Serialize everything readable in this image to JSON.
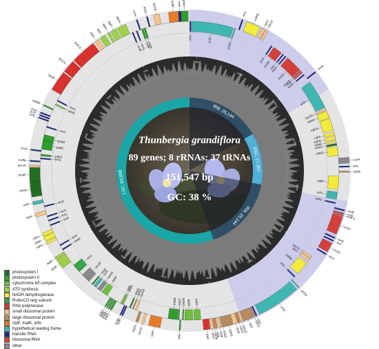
{
  "title": "Thunbergia grandiflora",
  "gene_summary": "89 genes; 8 rRNAs; 37 tRNAs",
  "genome_size": "151,547 bp",
  "gc_content": "GC: 38 %",
  "genome_length_bp": 151547,
  "regions": [
    {
      "id": "LSC",
      "label": "LSC: 83,898",
      "length": 83898,
      "color": "#1aa6a6"
    },
    {
      "id": "IRA",
      "label": "IRA: 25,144",
      "length": 25144,
      "color": "#2f4f66"
    },
    {
      "id": "SSC",
      "label": "SSC: 17,361",
      "length": 17361,
      "color": "#4fb0d8"
    },
    {
      "id": "IRB",
      "label": "IRB: 25,144",
      "length": 25144,
      "color": "#2f4f66"
    }
  ],
  "kb_ticks": [
    "10kb",
    "20kb",
    "30kb",
    "40kb",
    "50kb",
    "60kb",
    "70kb",
    "80kb",
    "90kb",
    "100kb",
    "110kb",
    "120kb",
    "130kb",
    "140kb",
    "150kb"
  ],
  "colors": {
    "outer_band": "#e4e4e4",
    "ir_band": "#c9c9ec",
    "gc_ring": "#7b7b7b",
    "inner_dark": "#2b2b2b"
  },
  "legend": [
    {
      "label": "photosystem I",
      "color": "#1f6e1f"
    },
    {
      "label": "photosystem II",
      "color": "#2f9e2f"
    },
    {
      "label": "cytochrome b/f complex",
      "color": "#6fbf3f"
    },
    {
      "label": "ATP synthesis",
      "color": "#9ed04a"
    },
    {
      "label": "NADH dehydrogenase",
      "color": "#f3ea3a"
    },
    {
      "label": "RubisCO larg subunit",
      "color": "#3aa44a"
    },
    {
      "label": "RNA polymerase",
      "color": "#d8322f"
    },
    {
      "label": "small ribosomal protein",
      "color": "#f6c48a"
    },
    {
      "label": "large ribosomal protein",
      "color": "#b98a5a"
    },
    {
      "label": "clpP, matK, infA",
      "color": "#ea7a28"
    },
    {
      "label": "hypothetical reading frame",
      "color": "#3fb7b0"
    },
    {
      "label": "transfer RNA",
      "color": "#1d2b8c"
    },
    {
      "label": "ribosomal RNA",
      "color": "#d6403a"
    },
    {
      "label": "other",
      "color": "#8a8a8a"
    }
  ],
  "genes": [
    {
      "name": "psbA",
      "pos": 0.2,
      "len": 1.2,
      "strand": "out",
      "cat": "photosystem II"
    },
    {
      "name": "trnK",
      "pos": 1.3,
      "len": 0.4,
      "strand": "out",
      "cat": "transfer RNA"
    },
    {
      "name": "matK",
      "pos": 1.7,
      "len": 1.5,
      "strand": "out",
      "cat": "clpP, matK, infA"
    },
    {
      "name": "rps16",
      "pos": 4.6,
      "len": 0.9,
      "strand": "out",
      "cat": "small ribosomal protein"
    },
    {
      "name": "trnQ",
      "pos": 6.4,
      "len": 0.2,
      "strand": "out",
      "cat": "transfer RNA"
    },
    {
      "name": "psbK",
      "pos": 7.2,
      "len": 0.3,
      "strand": "in",
      "cat": "photosystem II"
    },
    {
      "name": "psbI",
      "pos": 7.6,
      "len": 0.3,
      "strand": "in",
      "cat": "photosystem II"
    },
    {
      "name": "trnS",
      "pos": 8.0,
      "len": 0.2,
      "strand": "out",
      "cat": "transfer RNA"
    },
    {
      "name": "trnG",
      "pos": 8.6,
      "len": 0.2,
      "strand": "in",
      "cat": "transfer RNA"
    },
    {
      "name": "trnR",
      "pos": 9.3,
      "len": 0.2,
      "strand": "in",
      "cat": "transfer RNA"
    },
    {
      "name": "atpA",
      "pos": 9.9,
      "len": 1.4,
      "strand": "out",
      "cat": "ATP synthesis"
    },
    {
      "name": "atpF",
      "pos": 11.5,
      "len": 0.9,
      "strand": "out",
      "cat": "ATP synthesis"
    },
    {
      "name": "atpH",
      "pos": 12.6,
      "len": 0.4,
      "strand": "out",
      "cat": "ATP synthesis"
    },
    {
      "name": "atpI",
      "pos": 13.4,
      "len": 0.9,
      "strand": "out",
      "cat": "ATP synthesis"
    },
    {
      "name": "rps2",
      "pos": 14.6,
      "len": 0.7,
      "strand": "out",
      "cat": "small ribosomal protein"
    },
    {
      "name": "rpoC2",
      "pos": 15.6,
      "len": 3.9,
      "strand": "out",
      "cat": "RNA polymerase"
    },
    {
      "name": "rpoC1",
      "pos": 19.7,
      "len": 2.0,
      "strand": "out",
      "cat": "RNA polymerase"
    },
    {
      "name": "rpoB",
      "pos": 21.9,
      "len": 3.1,
      "strand": "out",
      "cat": "RNA polymerase"
    },
    {
      "name": "trnC",
      "pos": 26.0,
      "len": 0.2,
      "strand": "in",
      "cat": "transfer RNA"
    },
    {
      "name": "petN",
      "pos": 26.7,
      "len": 0.2,
      "strand": "in",
      "cat": "cytochrome b/f complex"
    },
    {
      "name": "psbM",
      "pos": 27.6,
      "len": 0.2,
      "strand": "out",
      "cat": "photosystem II"
    },
    {
      "name": "trnD",
      "pos": 28.8,
      "len": 0.2,
      "strand": "out",
      "cat": "transfer RNA"
    },
    {
      "name": "trnY",
      "pos": 29.2,
      "len": 0.2,
      "strand": "out",
      "cat": "transfer RNA"
    },
    {
      "name": "trnE",
      "pos": 29.6,
      "len": 0.2,
      "strand": "out",
      "cat": "transfer RNA"
    },
    {
      "name": "trnT",
      "pos": 30.6,
      "len": 0.2,
      "strand": "in",
      "cat": "transfer RNA"
    },
    {
      "name": "psbD",
      "pos": 32.0,
      "len": 1.1,
      "strand": "in",
      "cat": "photosystem II"
    },
    {
      "name": "psbC",
      "pos": 33.0,
      "len": 1.4,
      "strand": "in",
      "cat": "photosystem II"
    },
    {
      "name": "trnS",
      "pos": 34.6,
      "len": 0.2,
      "strand": "out",
      "cat": "transfer RNA"
    },
    {
      "name": "psbZ",
      "pos": 35.2,
      "len": 0.3,
      "strand": "in",
      "cat": "photosystem II"
    },
    {
      "name": "trnG",
      "pos": 35.8,
      "len": 0.2,
      "strand": "in",
      "cat": "transfer RNA"
    },
    {
      "name": "trnfM",
      "pos": 36.3,
      "len": 0.2,
      "strand": "out",
      "cat": "transfer RNA"
    },
    {
      "name": "rps14",
      "pos": 37.0,
      "len": 0.3,
      "strand": "out",
      "cat": "small ribosomal protein"
    },
    {
      "name": "psaB",
      "pos": 37.4,
      "len": 2.2,
      "strand": "out",
      "cat": "photosystem I"
    },
    {
      "name": "psaA",
      "pos": 39.6,
      "len": 2.3,
      "strand": "out",
      "cat": "photosystem I"
    },
    {
      "name": "ycf3",
      "pos": 42.6,
      "len": 0.5,
      "strand": "out",
      "cat": "hypothetical reading frame"
    },
    {
      "name": "trnS",
      "pos": 43.6,
      "len": 0.2,
      "strand": "in",
      "cat": "transfer RNA"
    },
    {
      "name": "rps4",
      "pos": 44.4,
      "len": 0.6,
      "strand": "out",
      "cat": "small ribosomal protein"
    },
    {
      "name": "trnT",
      "pos": 45.3,
      "len": 0.2,
      "strand": "in",
      "cat": "transfer RNA"
    },
    {
      "name": "trnL",
      "pos": 46.0,
      "len": 0.2,
      "strand": "in",
      "cat": "transfer RNA"
    },
    {
      "name": "trnF",
      "pos": 46.8,
      "len": 0.2,
      "strand": "in",
      "cat": "transfer RNA"
    },
    {
      "name": "ndhJ",
      "pos": 47.6,
      "len": 0.5,
      "strand": "out",
      "cat": "NADH dehydrogenase"
    },
    {
      "name": "ndhK",
      "pos": 48.2,
      "len": 0.7,
      "strand": "out",
      "cat": "NADH dehydrogenase"
    },
    {
      "name": "ndhC",
      "pos": 49.0,
      "len": 0.4,
      "strand": "out",
      "cat": "NADH dehydrogenase"
    },
    {
      "name": "trnV",
      "pos": 50.4,
      "len": 0.2,
      "strand": "in",
      "cat": "transfer RNA"
    },
    {
      "name": "trnM",
      "pos": 51.2,
      "len": 0.2,
      "strand": "in",
      "cat": "transfer RNA"
    },
    {
      "name": "atpE",
      "pos": 51.7,
      "len": 0.4,
      "strand": "out",
      "cat": "ATP synthesis"
    },
    {
      "name": "atpB",
      "pos": 52.2,
      "len": 1.5,
      "strand": "out",
      "cat": "ATP synthesis"
    },
    {
      "name": "rbcL",
      "pos": 54.4,
      "len": 1.4,
      "strand": "in",
      "cat": "RubisCO larg subunit"
    },
    {
      "name": "accD",
      "pos": 56.5,
      "len": 1.5,
      "strand": "in",
      "cat": "other"
    },
    {
      "name": "psaI",
      "pos": 58.6,
      "len": 0.2,
      "strand": "in",
      "cat": "photosystem I"
    },
    {
      "name": "ycf4",
      "pos": 59.0,
      "len": 0.5,
      "strand": "in",
      "cat": "hypothetical reading frame"
    },
    {
      "name": "cemA",
      "pos": 59.8,
      "len": 0.7,
      "strand": "in",
      "cat": "other"
    },
    {
      "name": "petA",
      "pos": 60.7,
      "len": 1.0,
      "strand": "in",
      "cat": "cytochrome b/f complex"
    },
    {
      "name": "psbJ",
      "pos": 62.3,
      "len": 0.2,
      "strand": "out",
      "cat": "photosystem II"
    },
    {
      "name": "psbL",
      "pos": 62.6,
      "len": 0.2,
      "strand": "out",
      "cat": "photosystem II"
    },
    {
      "name": "psbF",
      "pos": 62.9,
      "len": 0.2,
      "strand": "out",
      "cat": "photosystem II"
    },
    {
      "name": "psbE",
      "pos": 63.2,
      "len": 0.3,
      "strand": "out",
      "cat": "photosystem II"
    },
    {
      "name": "petL",
      "pos": 64.2,
      "len": 0.2,
      "strand": "in",
      "cat": "cytochrome b/f complex"
    },
    {
      "name": "petG",
      "pos": 64.5,
      "len": 0.2,
      "strand": "in",
      "cat": "cytochrome b/f complex"
    },
    {
      "name": "trnW",
      "pos": 64.9,
      "len": 0.2,
      "strand": "out",
      "cat": "transfer RNA"
    },
    {
      "name": "trnP",
      "pos": 65.2,
      "len": 0.2,
      "strand": "out",
      "cat": "transfer RNA"
    },
    {
      "name": "psaJ",
      "pos": 65.8,
      "len": 0.2,
      "strand": "in",
      "cat": "photosystem I"
    },
    {
      "name": "rpl33",
      "pos": 66.3,
      "len": 0.2,
      "strand": "in",
      "cat": "large ribosomal protein"
    },
    {
      "name": "rps18",
      "pos": 66.8,
      "len": 0.3,
      "strand": "in",
      "cat": "small ribosomal protein"
    },
    {
      "name": "rpl20",
      "pos": 67.5,
      "len": 0.4,
      "strand": "out",
      "cat": "large ribosomal protein"
    },
    {
      "name": "rps12",
      "pos": 68.4,
      "len": 0.4,
      "strand": "out",
      "cat": "small ribosomal protein"
    },
    {
      "name": "clpP",
      "pos": 69.5,
      "len": 1.8,
      "strand": "out",
      "cat": "clpP, matK, infA"
    },
    {
      "name": "psbB",
      "pos": 72.3,
      "len": 1.5,
      "strand": "in",
      "cat": "photosystem II"
    },
    {
      "name": "psbT",
      "pos": 73.9,
      "len": 0.2,
      "strand": "in",
      "cat": "photosystem II"
    },
    {
      "name": "psbN",
      "pos": 74.2,
      "len": 0.2,
      "strand": "out",
      "cat": "photosystem II"
    },
    {
      "name": "psbH",
      "pos": 74.6,
      "len": 0.2,
      "strand": "in",
      "cat": "photosystem II"
    },
    {
      "name": "petB",
      "pos": 75.0,
      "len": 1.3,
      "strand": "in",
      "cat": "cytochrome b/f complex"
    },
    {
      "name": "petD",
      "pos": 76.5,
      "len": 1.1,
      "strand": "in",
      "cat": "cytochrome b/f complex"
    },
    {
      "name": "rpoA",
      "pos": 77.9,
      "len": 1.0,
      "strand": "out",
      "cat": "RNA polymerase"
    },
    {
      "name": "rps11",
      "pos": 79.0,
      "len": 0.4,
      "strand": "out",
      "cat": "small ribosomal protein"
    },
    {
      "name": "rpl36",
      "pos": 79.5,
      "len": 0.2,
      "strand": "out",
      "cat": "large ribosomal protein"
    },
    {
      "name": "infA",
      "pos": 79.8,
      "len": 0.2,
      "strand": "out",
      "cat": "clpP, matK, infA"
    },
    {
      "name": "rps8",
      "pos": 80.2,
      "len": 0.4,
      "strand": "out",
      "cat": "small ribosomal protein"
    },
    {
      "name": "rpl14",
      "pos": 80.7,
      "len": 0.4,
      "strand": "out",
      "cat": "large ribosomal protein"
    },
    {
      "name": "rpl16",
      "pos": 81.2,
      "len": 1.2,
      "strand": "out",
      "cat": "large ribosomal protein"
    },
    {
      "name": "rps3",
      "pos": 82.5,
      "len": 0.7,
      "strand": "out",
      "cat": "small ribosomal protein"
    },
    {
      "name": "rpl22",
      "pos": 83.2,
      "len": 0.4,
      "strand": "out",
      "cat": "large ribosomal protein"
    },
    {
      "name": "rps19",
      "pos": 83.7,
      "len": 0.3,
      "strand": "out",
      "cat": "small ribosomal protein"
    },
    {
      "name": "rpl2",
      "pos": 84.1,
      "len": 1.5,
      "strand": "out",
      "cat": "large ribosomal protein"
    },
    {
      "name": "rpl23",
      "pos": 85.7,
      "len": 0.3,
      "strand": "out",
      "cat": "large ribosomal protein"
    },
    {
      "name": "trnI",
      "pos": 86.1,
      "len": 0.2,
      "strand": "out",
      "cat": "transfer RNA"
    },
    {
      "name": "ycf2",
      "pos": 86.7,
      "len": 6.8,
      "strand": "out",
      "cat": "hypothetical reading frame"
    },
    {
      "name": "ycf15",
      "pos": 93.8,
      "len": 0.2,
      "strand": "out",
      "cat": "hypothetical reading frame"
    },
    {
      "name": "trnL",
      "pos": 94.5,
      "len": 0.2,
      "strand": "in",
      "cat": "transfer RNA"
    },
    {
      "name": "ndhB",
      "pos": 95.3,
      "len": 2.2,
      "strand": "in",
      "cat": "NADH dehydrogenase"
    },
    {
      "name": "rps7",
      "pos": 97.9,
      "len": 0.5,
      "strand": "in",
      "cat": "small ribosomal protein"
    },
    {
      "name": "rps12",
      "pos": 98.5,
      "len": 0.4,
      "strand": "in",
      "cat": "small ribosomal protein"
    },
    {
      "name": "trnV",
      "pos": 100.3,
      "len": 0.2,
      "strand": "out",
      "cat": "transfer RNA"
    },
    {
      "name": "rrn16",
      "pos": 100.8,
      "len": 1.5,
      "strand": "out",
      "cat": "ribosomal RNA"
    },
    {
      "name": "trnI",
      "pos": 102.6,
      "len": 0.2,
      "strand": "out",
      "cat": "transfer RNA"
    },
    {
      "name": "trnA",
      "pos": 103.1,
      "len": 0.2,
      "strand": "out",
      "cat": "transfer RNA"
    },
    {
      "name": "rrn23",
      "pos": 103.8,
      "len": 2.8,
      "strand": "out",
      "cat": "ribosomal RNA"
    },
    {
      "name": "rrn4.5",
      "pos": 106.7,
      "len": 0.2,
      "strand": "out",
      "cat": "ribosomal RNA"
    },
    {
      "name": "rrn5",
      "pos": 107.0,
      "len": 0.2,
      "strand": "out",
      "cat": "ribosomal RNA"
    },
    {
      "name": "trnR",
      "pos": 107.5,
      "len": 0.2,
      "strand": "out",
      "cat": "transfer RNA"
    },
    {
      "name": "trnN",
      "pos": 108.3,
      "len": 0.2,
      "strand": "in",
      "cat": "transfer RNA"
    },
    {
      "name": "ycf1",
      "pos": 109.0,
      "len": 1.2,
      "strand": "in",
      "cat": "hypothetical reading frame"
    },
    {
      "name": "ndhF",
      "pos": 110.6,
      "len": 2.2,
      "strand": "in",
      "cat": "NADH dehydrogenase"
    },
    {
      "name": "rpl32",
      "pos": 113.4,
      "len": 0.2,
      "strand": "out",
      "cat": "large ribosomal protein"
    },
    {
      "name": "trnL",
      "pos": 114.2,
      "len": 0.2,
      "strand": "out",
      "cat": "transfer RNA"
    },
    {
      "name": "ccsA",
      "pos": 114.8,
      "len": 0.9,
      "strand": "out",
      "cat": "other"
    },
    {
      "name": "ndhD",
      "pos": 116.1,
      "len": 1.5,
      "strand": "in",
      "cat": "NADH dehydrogenase"
    },
    {
      "name": "psaC",
      "pos": 117.8,
      "len": 0.3,
      "strand": "in",
      "cat": "photosystem I"
    },
    {
      "name": "ndhE",
      "pos": 118.3,
      "len": 0.3,
      "strand": "in",
      "cat": "NADH dehydrogenase"
    },
    {
      "name": "ndhG",
      "pos": 118.8,
      "len": 0.5,
      "strand": "in",
      "cat": "NADH dehydrogenase"
    },
    {
      "name": "ndhI",
      "pos": 119.5,
      "len": 0.5,
      "strand": "in",
      "cat": "NADH dehydrogenase"
    },
    {
      "name": "ndhA",
      "pos": 120.3,
      "len": 2.0,
      "strand": "in",
      "cat": "NADH dehydrogenase"
    },
    {
      "name": "ndhH",
      "pos": 122.4,
      "len": 1.2,
      "strand": "in",
      "cat": "NADH dehydrogenase"
    },
    {
      "name": "rps15",
      "pos": 123.7,
      "len": 0.3,
      "strand": "in",
      "cat": "small ribosomal protein"
    },
    {
      "name": "ycf1",
      "pos": 124.2,
      "len": 4.8,
      "strand": "in",
      "cat": "hypothetical reading frame"
    },
    {
      "name": "trnN",
      "pos": 129.6,
      "len": 0.2,
      "strand": "out",
      "cat": "transfer RNA"
    },
    {
      "name": "trnR",
      "pos": 130.4,
      "len": 0.2,
      "strand": "in",
      "cat": "transfer RNA"
    },
    {
      "name": "rrn5",
      "pos": 130.9,
      "len": 0.2,
      "strand": "in",
      "cat": "ribosomal RNA"
    },
    {
      "name": "rrn4.5",
      "pos": 131.2,
      "len": 0.2,
      "strand": "in",
      "cat": "ribosomal RNA"
    },
    {
      "name": "rrn23",
      "pos": 131.5,
      "len": 2.8,
      "strand": "in",
      "cat": "ribosomal RNA"
    },
    {
      "name": "trnA",
      "pos": 134.6,
      "len": 0.2,
      "strand": "in",
      "cat": "transfer RNA"
    },
    {
      "name": "trnI",
      "pos": 135.1,
      "len": 0.2,
      "strand": "in",
      "cat": "transfer RNA"
    },
    {
      "name": "rrn16",
      "pos": 135.6,
      "len": 1.5,
      "strand": "in",
      "cat": "ribosomal RNA"
    },
    {
      "name": "trnV",
      "pos": 137.4,
      "len": 0.2,
      "strand": "in",
      "cat": "transfer RNA"
    },
    {
      "name": "rps12",
      "pos": 139.2,
      "len": 0.4,
      "strand": "out",
      "cat": "small ribosomal protein"
    },
    {
      "name": "rps7",
      "pos": 139.7,
      "len": 0.5,
      "strand": "out",
      "cat": "small ribosomal protein"
    },
    {
      "name": "ndhB",
      "pos": 140.5,
      "len": 2.2,
      "strand": "out",
      "cat": "NADH dehydrogenase"
    },
    {
      "name": "trnL",
      "pos": 143.3,
      "len": 0.2,
      "strand": "out",
      "cat": "transfer RNA"
    },
    {
      "name": "ycf15",
      "pos": 144.0,
      "len": 0.2,
      "strand": "in",
      "cat": "hypothetical reading frame"
    },
    {
      "name": "ycf2",
      "pos": 144.4,
      "len": 6.8,
      "strand": "in",
      "cat": "hypothetical reading frame"
    },
    {
      "name": "trnI",
      "pos": 151.3,
      "len": 0.2,
      "strand": "in",
      "cat": "transfer RNA"
    }
  ]
}
